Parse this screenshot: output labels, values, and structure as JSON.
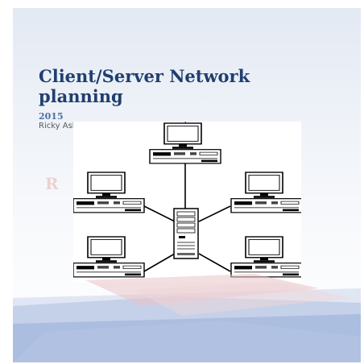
{
  "document": {
    "title": "Client/Server Network planning",
    "year": "2015",
    "author": "Ricky Asher",
    "watermark_text": "R                      S"
  },
  "diagram": {
    "server_icon": "server-tower-icon",
    "workstation_icon": "desktop-computer-icon",
    "workstations": [
      "top",
      "upper-left",
      "upper-right",
      "lower-left",
      "lower-right"
    ]
  },
  "colors": {
    "title": "#1f3f6e",
    "year": "#4b6fa5",
    "band_blue": "#9fb3d8",
    "band_pink": "#e9c3c6"
  }
}
